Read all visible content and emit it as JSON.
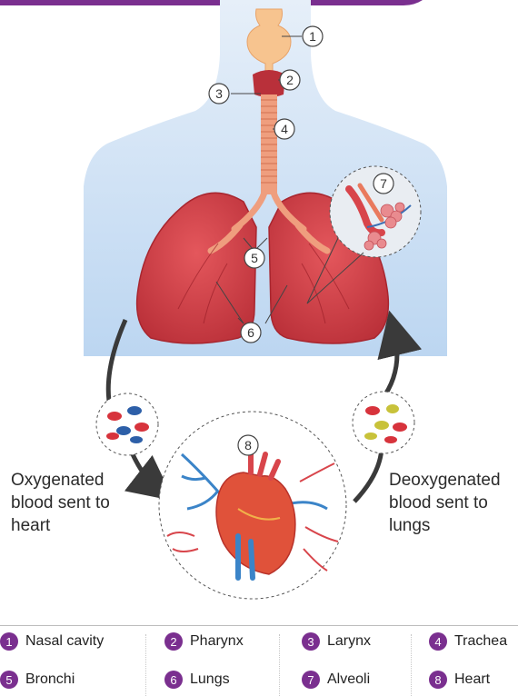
{
  "callouts": [
    "1",
    "2",
    "3",
    "4",
    "5",
    "6",
    "7",
    "8"
  ],
  "captions": {
    "oxygenated": "Oxygenated\nblood sent to\nheart",
    "deoxygenated": "Deoxygenated\nblood sent to\nlungs"
  },
  "legend": [
    {
      "num": "1",
      "label": "Nasal cavity"
    },
    {
      "num": "2",
      "label": "Pharynx"
    },
    {
      "num": "3",
      "label": "Larynx"
    },
    {
      "num": "4",
      "label": "Trachea"
    },
    {
      "num": "5",
      "label": "Bronchi"
    },
    {
      "num": "6",
      "label": "Lungs"
    },
    {
      "num": "7",
      "label": "Alveoli"
    },
    {
      "num": "8",
      "label": "Heart"
    }
  ],
  "colors": {
    "banner": "#7a2f8f",
    "body_silhouette": "#cfe1f5",
    "lung": "#d9434a",
    "trachea": "#ef9e7e",
    "nasal": "#f7c48f",
    "arrow": "#3a3a3a",
    "badge": "#7a2f8f"
  }
}
